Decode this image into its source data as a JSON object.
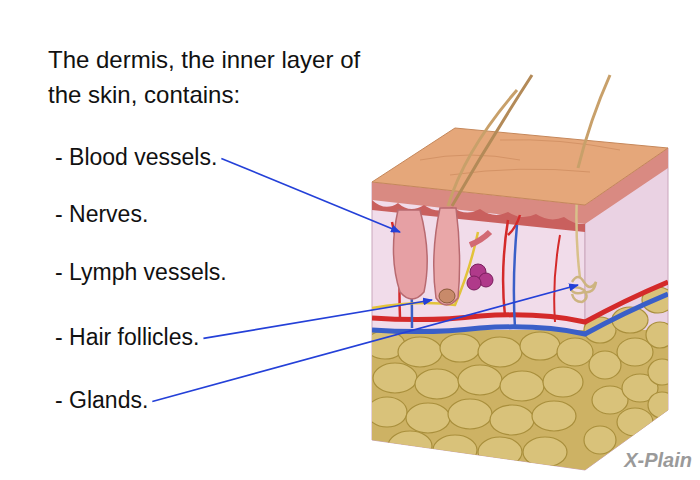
{
  "diagram": {
    "title": "The dermis, the inner layer of the skin, contains:",
    "labels": [
      "- Blood vessels.",
      "- Nerves.",
      "- Lymph vessels.",
      "- Hair follicles.",
      "- Glands.",
      "X-Plain"
    ]
  }
}
